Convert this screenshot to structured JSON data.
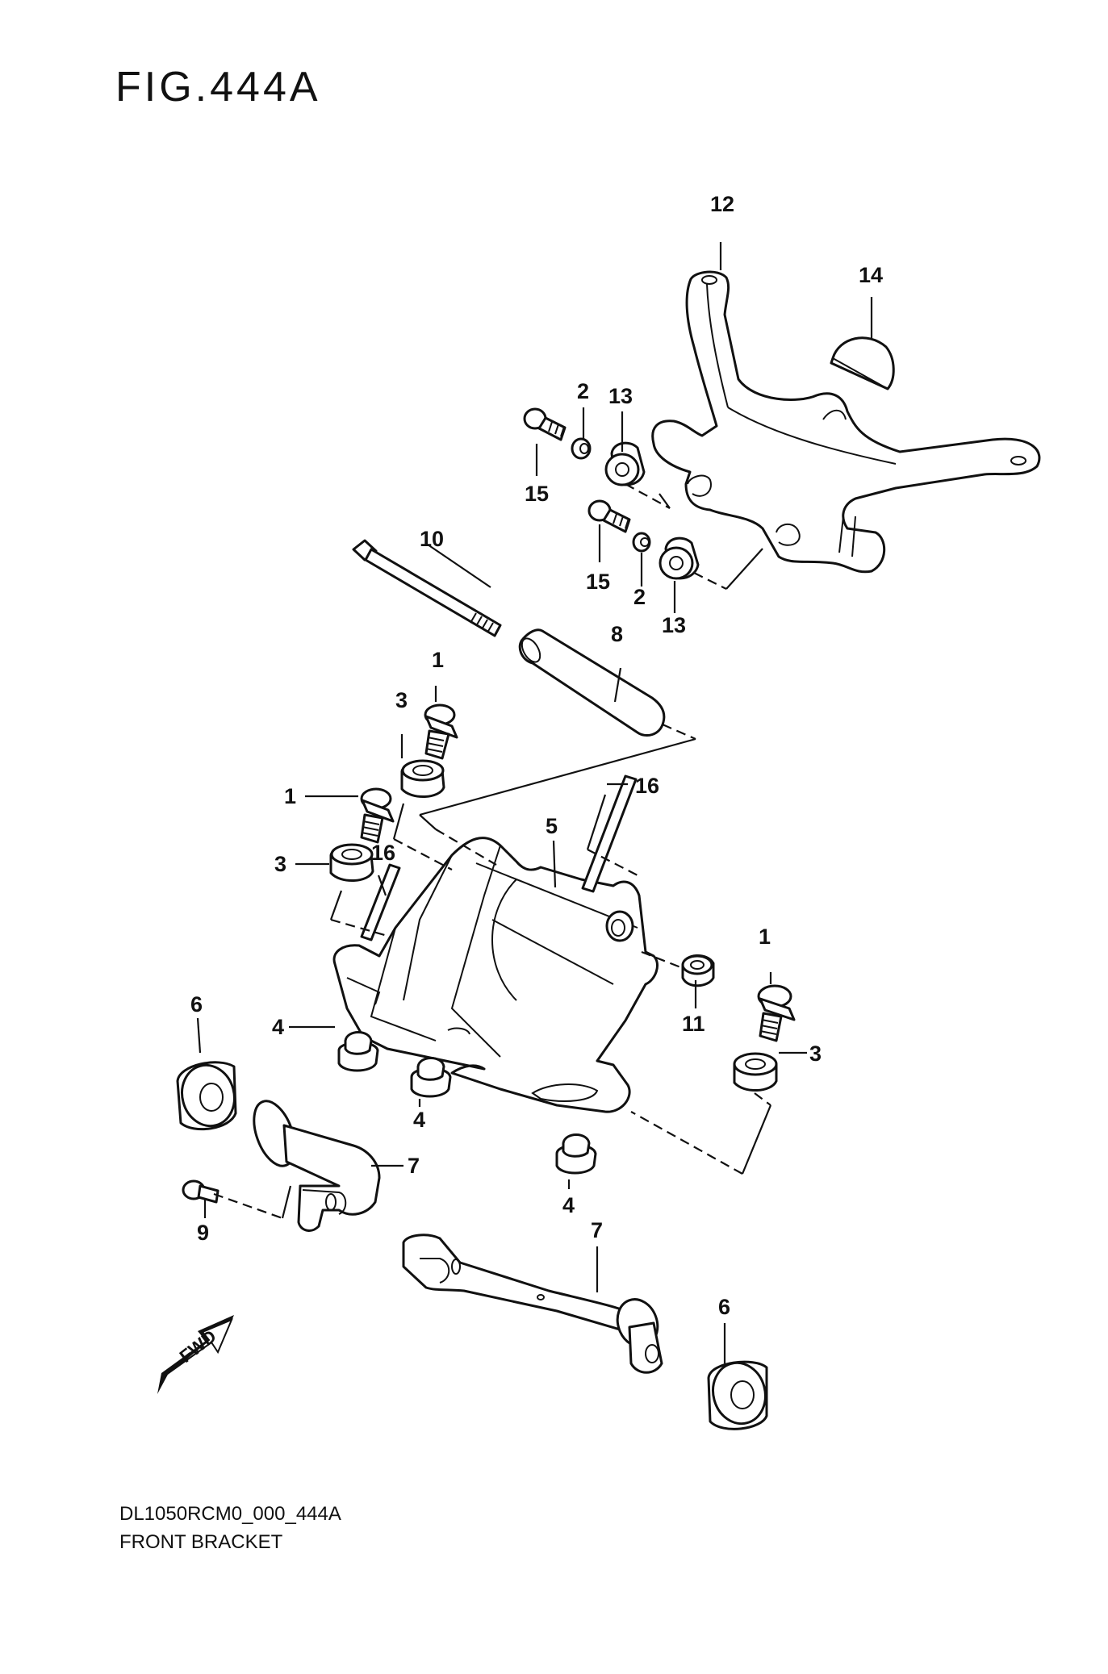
{
  "figure": {
    "title": "FIG.444A",
    "code": "DL1050RCM0_000_444A",
    "name": "FRONT BRACKET",
    "fwd_label": "FWD"
  },
  "callouts": {
    "c12": "12",
    "c14": "14",
    "c2a": "2",
    "c13a": "13",
    "c15a": "15",
    "c10": "10",
    "c15b": "15",
    "c2b": "2",
    "c13b": "13",
    "c8": "8",
    "c1a": "1",
    "c3a": "3",
    "c1b": "1",
    "c16a": "16",
    "c5": "5",
    "c3b": "3",
    "c16b": "16",
    "c6a": "6",
    "c4a": "4",
    "c1c": "1",
    "c11": "11",
    "c3c": "3",
    "c4b": "4",
    "c7a": "7",
    "c9": "9",
    "c4c": "4",
    "c7b": "7",
    "c6b": "6"
  },
  "colors": {
    "ink": "#111111",
    "paper": "#ffffff"
  }
}
